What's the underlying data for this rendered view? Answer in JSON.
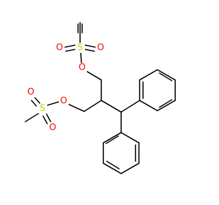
{
  "molecule": {
    "atoms": {
      "s1": "S",
      "o1_top": "O",
      "o1_left": "O",
      "o1_link": "O",
      "s2": "S",
      "o2_top": "O",
      "o2_bottom": "O",
      "o2_link": "O"
    }
  },
  "colors": {
    "bond": "#000000",
    "oxygen": "#ff0000",
    "sulfur": "#cccc00"
  }
}
